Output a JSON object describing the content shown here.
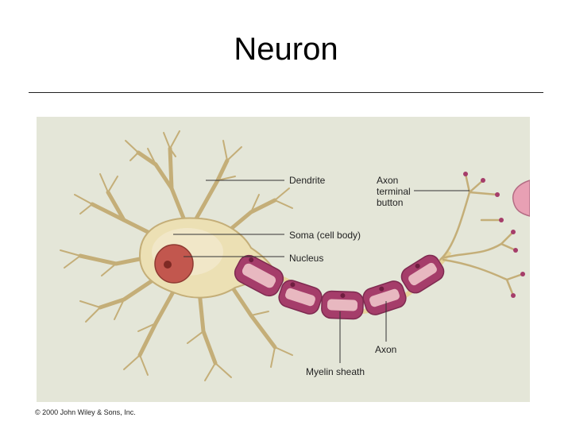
{
  "slide": {
    "title": "Neuron"
  },
  "figure": {
    "labels": {
      "dendrite": "Dendrite",
      "soma": "Soma (cell body)",
      "nucleus": "Nucleus",
      "axon_terminal_line1": "Axon",
      "axon_terminal_line2": "terminal",
      "axon_terminal_line3": "button",
      "axon": "Axon",
      "myelin_sheath": "Myelin sheath"
    },
    "colors": {
      "background": "#e4e6d8",
      "cell_body": "#ece0b4",
      "cell_outline": "#c4ae78",
      "nucleus": "#c2574e",
      "myelin": "#a53d6a",
      "myelin_inner": "#e8b8c0",
      "terminal": "#e8a0b4"
    }
  },
  "footer": {
    "copyright": "© 2000 John Wiley & Sons, Inc."
  }
}
